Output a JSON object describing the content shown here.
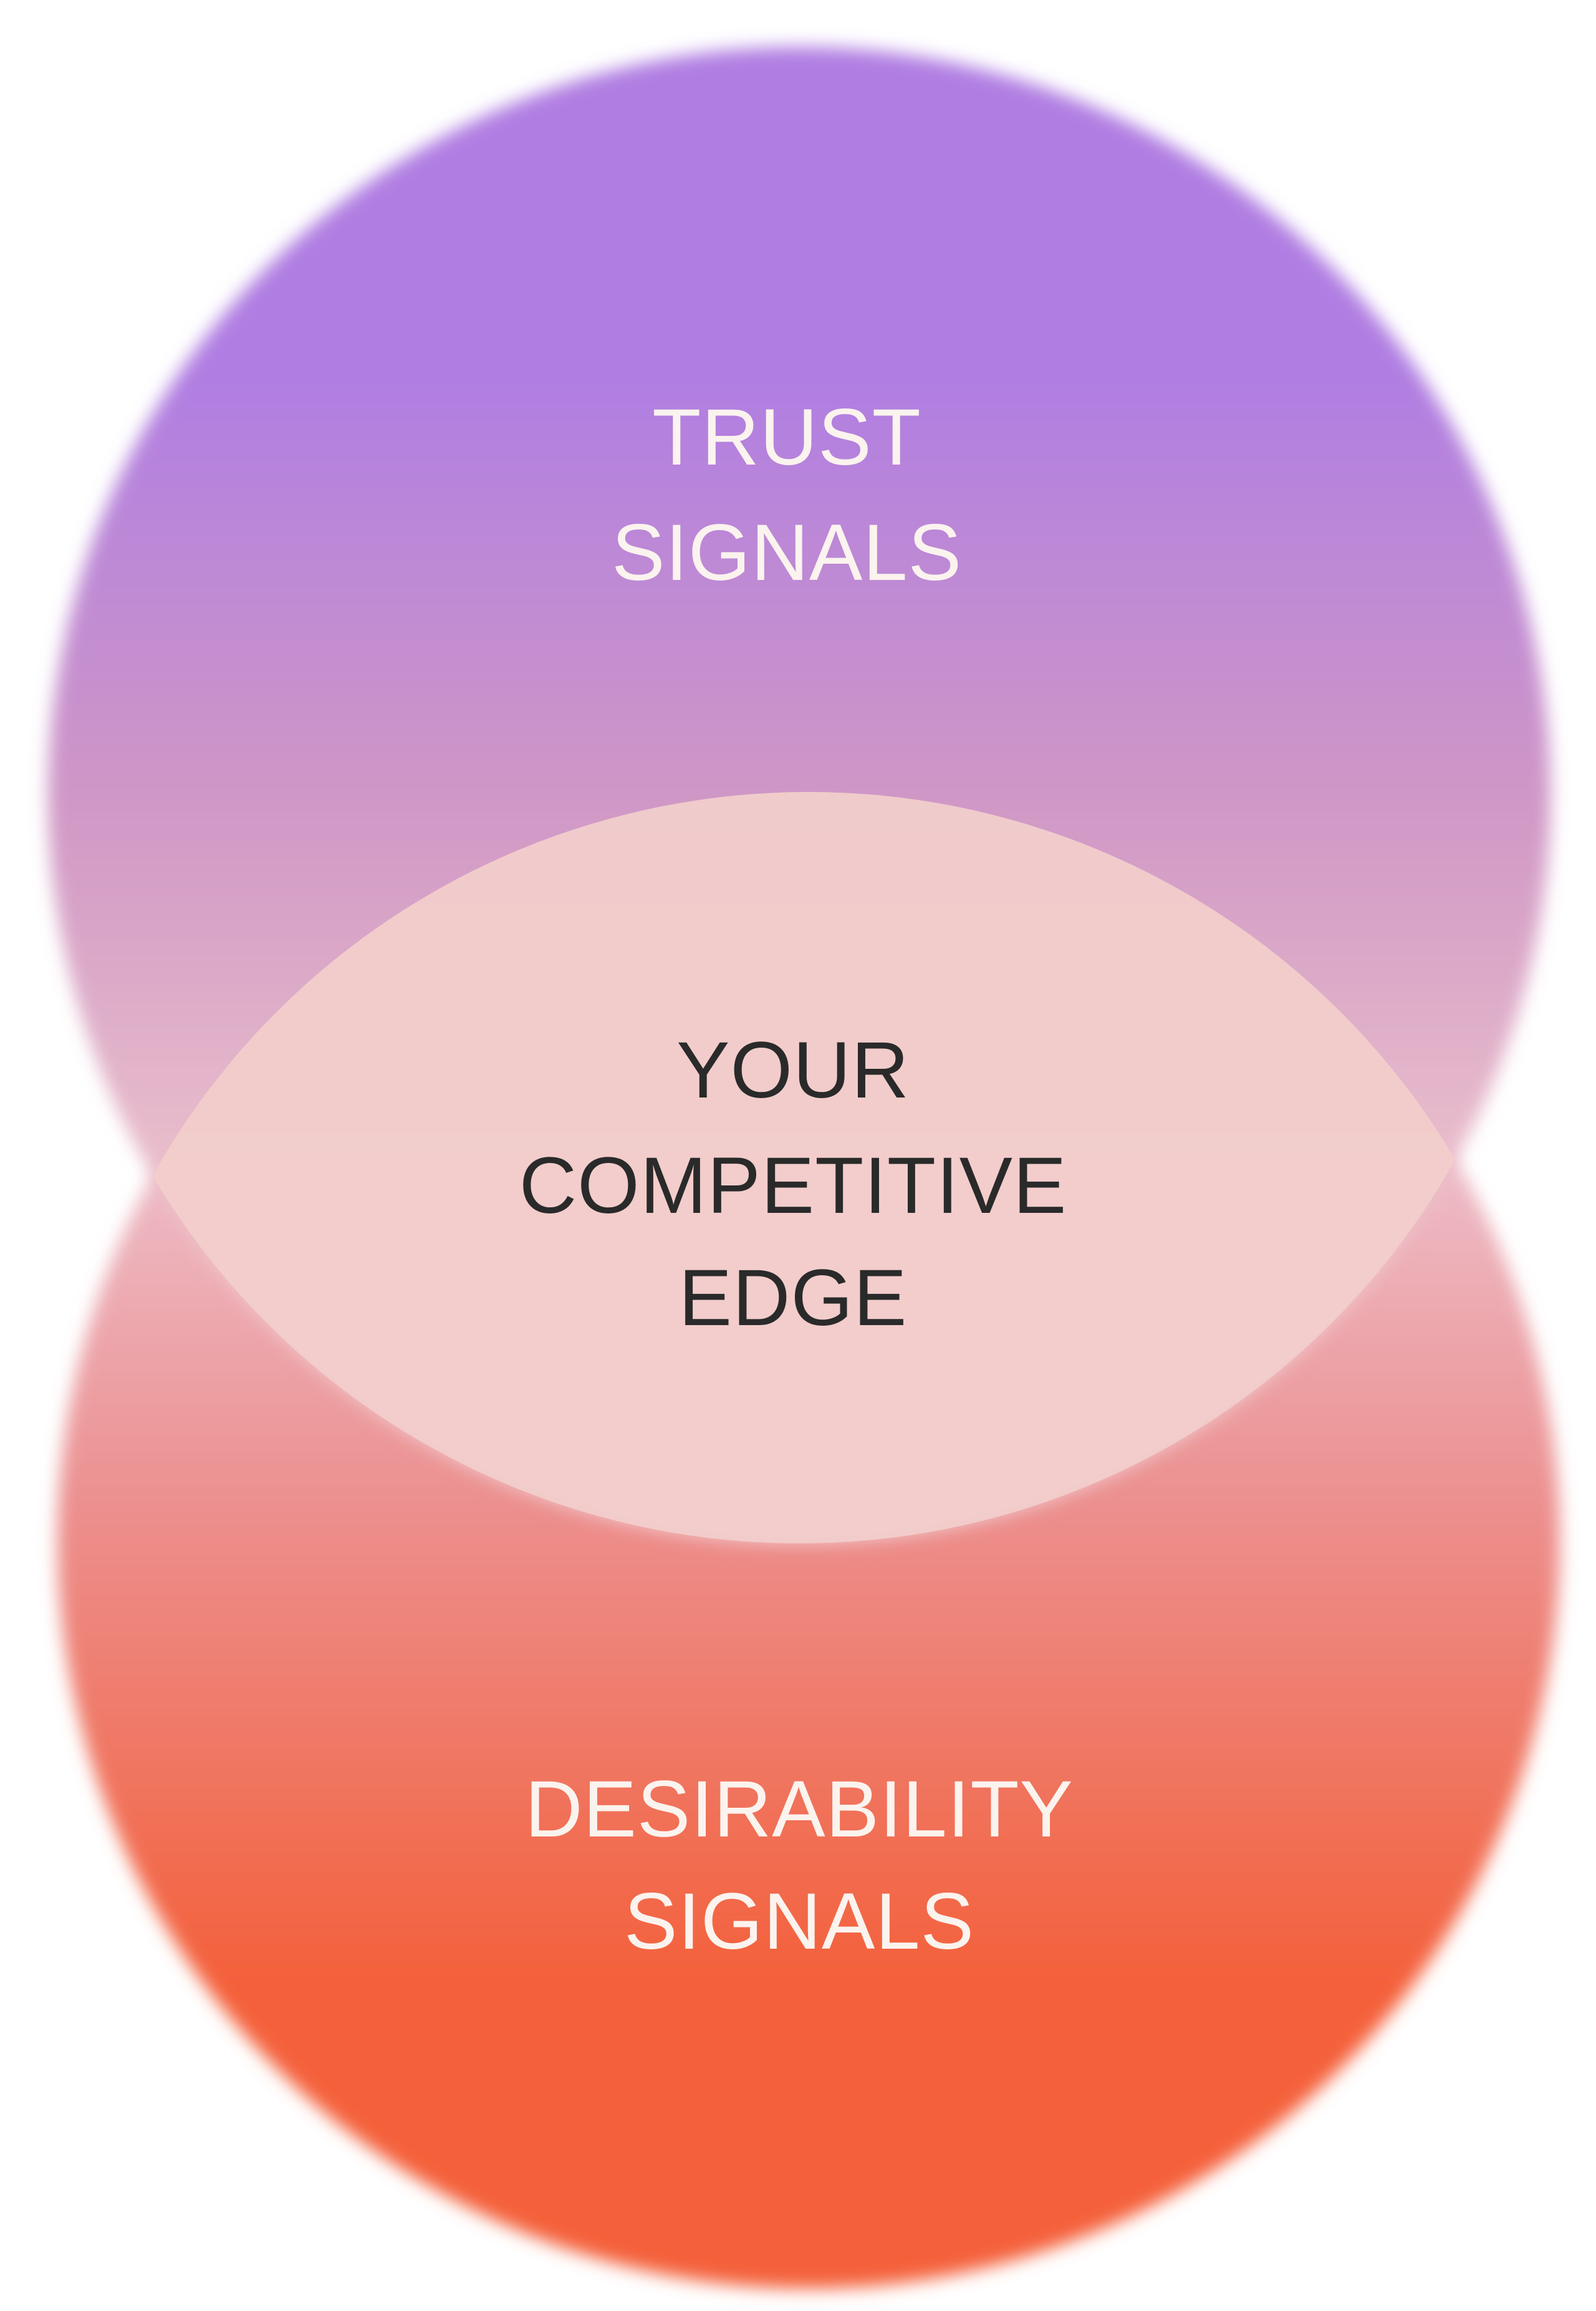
{
  "diagram": {
    "top_circle": {
      "label_line1": "TRUST",
      "label_line2": "SIGNALS"
    },
    "bottom_circle": {
      "label_line1": "DESIRABILITY",
      "label_line2": "SIGNALS"
    },
    "overlap": {
      "label_line1": "YOUR",
      "label_line2": "COMPETITIVE",
      "label_line3": "EDGE"
    }
  },
  "colors": {
    "top_gradient_start": "#B07EE2",
    "top_gradient_mid": "#CF97C6",
    "top_gradient_end": "#F1C9CC",
    "bottom_gradient_start": "#EDD5E8",
    "bottom_gradient_mid": "#EC8F8E",
    "bottom_gradient_end": "#F4603A",
    "overlap_fill": "#F1CDCB",
    "outer_label_color": "#FBF3EE",
    "center_label_color": "#2A2A2A"
  }
}
